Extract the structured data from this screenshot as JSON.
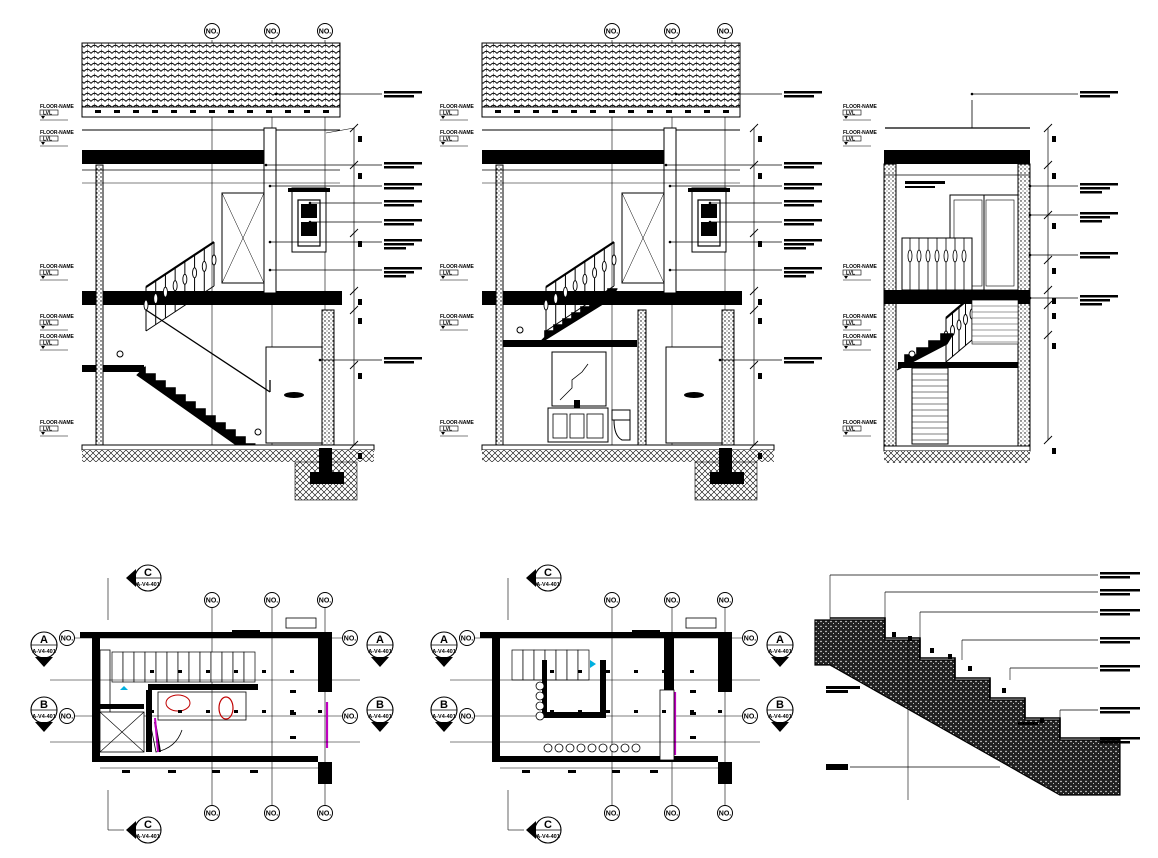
{
  "grid_bubble_label": "NO.",
  "level_labels": {
    "name": "FLOOR-NAME",
    "tag": "LVL"
  },
  "section_marks": {
    "a": "A",
    "b": "B",
    "c": "C",
    "sheet": "A-V4-401"
  },
  "colors": {
    "ink": "#000000",
    "paper": "#ffffff",
    "accent_magenta": "#c000c0",
    "accent_cyan": "#00b0e0",
    "accent_red": "#c00000"
  }
}
